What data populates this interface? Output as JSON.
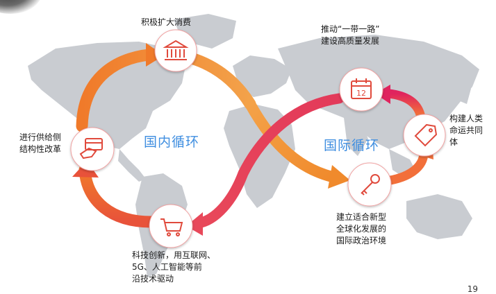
{
  "colors": {
    "map": "#c9ccd1",
    "map_dark": "#b9bdc3",
    "inner_accent": "#e8523a",
    "outer_accent": "#f08a2c",
    "intl_accent": "#e0245e",
    "domestic_title": "#3f8ee0",
    "node_icon": "#e04a3c"
  },
  "loops": {
    "domestic": "国内循环",
    "international": "国际循环"
  },
  "nodes": {
    "consumption": {
      "label": "积极扩大消费",
      "icon": "bank-icon"
    },
    "supply": {
      "label_lines": [
        "进行供给侧",
        "结构性改革"
      ],
      "icon": "card-in-hand-icon"
    },
    "tech": {
      "label_lines": [
        "科技创新，用互联网、",
        "5G、人工智能等前",
        "沿技术驱动"
      ],
      "icon": "shopping-cart-icon"
    },
    "belt_road": {
      "label_lines": [
        "推动“一带一路”",
        "建设高质量发展"
      ],
      "icon": "calendar-icon"
    },
    "community": {
      "label_lines": [
        "构建人类",
        "命运共同",
        "体"
      ],
      "icon": "price-tag-icon"
    },
    "governance": {
      "label_lines": [
        "建立适合新型",
        "全球化发展的",
        "国际政治环境"
      ],
      "icon": "key-icon"
    }
  },
  "page_number": "19"
}
